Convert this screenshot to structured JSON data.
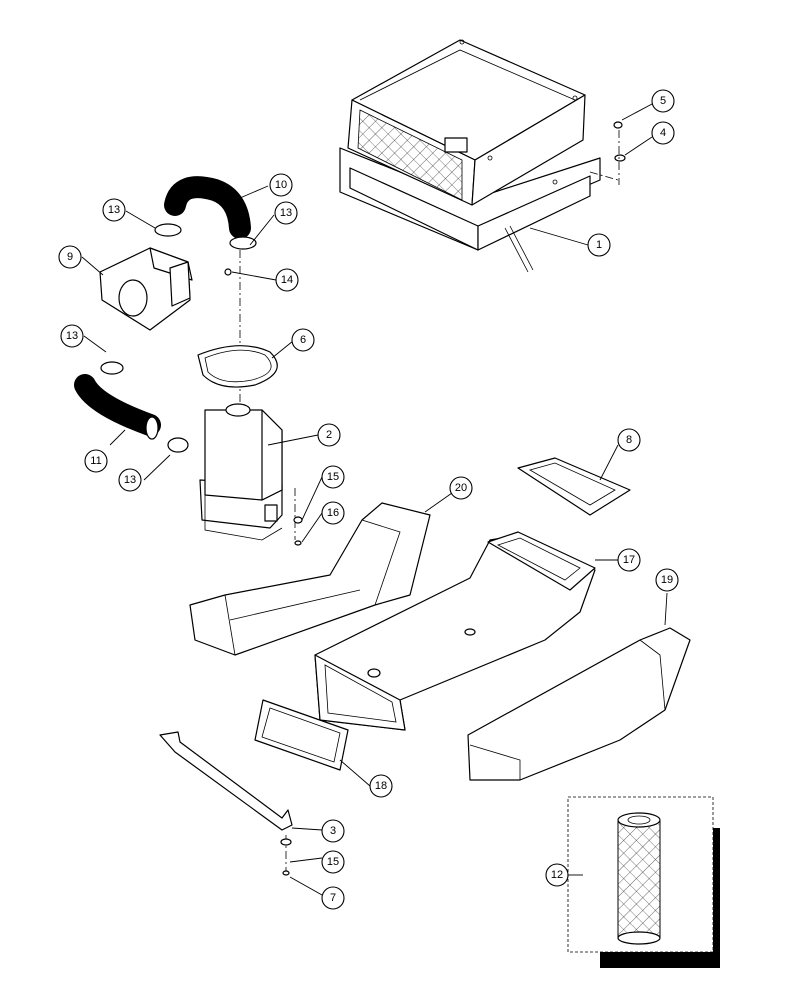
{
  "callouts": [
    {
      "id": "c1",
      "label": "1"
    },
    {
      "id": "c2",
      "label": "2"
    },
    {
      "id": "c3",
      "label": "3"
    },
    {
      "id": "c4",
      "label": "4"
    },
    {
      "id": "c5",
      "label": "5"
    },
    {
      "id": "c6",
      "label": "6"
    },
    {
      "id": "c7",
      "label": "7"
    },
    {
      "id": "c8",
      "label": "8"
    },
    {
      "id": "c9",
      "label": "9"
    },
    {
      "id": "c10",
      "label": "10"
    },
    {
      "id": "c11",
      "label": "11"
    },
    {
      "id": "c12",
      "label": "12"
    },
    {
      "id": "c13a",
      "label": "13"
    },
    {
      "id": "c13b",
      "label": "13"
    },
    {
      "id": "c13c",
      "label": "13"
    },
    {
      "id": "c13d",
      "label": "13"
    },
    {
      "id": "c14",
      "label": "14"
    },
    {
      "id": "c15a",
      "label": "15"
    },
    {
      "id": "c15b",
      "label": "15"
    },
    {
      "id": "c16",
      "label": "16"
    },
    {
      "id": "c17",
      "label": "17"
    },
    {
      "id": "c18",
      "label": "18"
    },
    {
      "id": "c19",
      "label": "19"
    },
    {
      "id": "c20",
      "label": "20"
    }
  ]
}
